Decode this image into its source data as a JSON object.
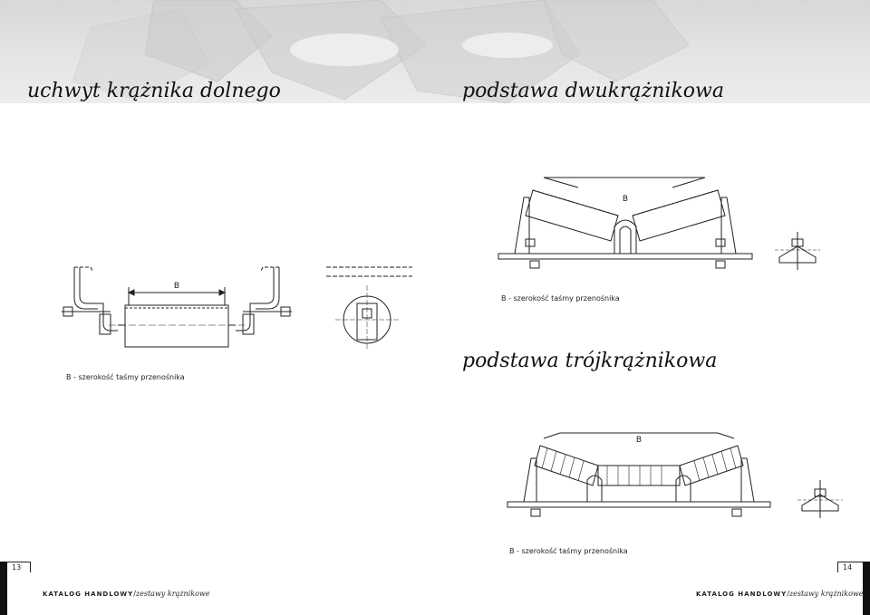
{
  "titles": {
    "left": "uchwyt krążnika dolnego",
    "right_top": "podstawa dwukrążnikowa",
    "right_mid": "podstawa trójkrążnikowa"
  },
  "captions": {
    "left": "B - szerokość taśmy przenośnika",
    "right_top": "B - szerokość taśmy przenośnika",
    "right_bottom": "B - szerokość taśmy przenośnika"
  },
  "dimension_label": "B",
  "page_numbers": {
    "left": "13",
    "right": "14"
  },
  "footer": {
    "brand": "KATALOG HANDLOWY",
    "separator": "/",
    "sub": "zestawy krążnikowe"
  }
}
